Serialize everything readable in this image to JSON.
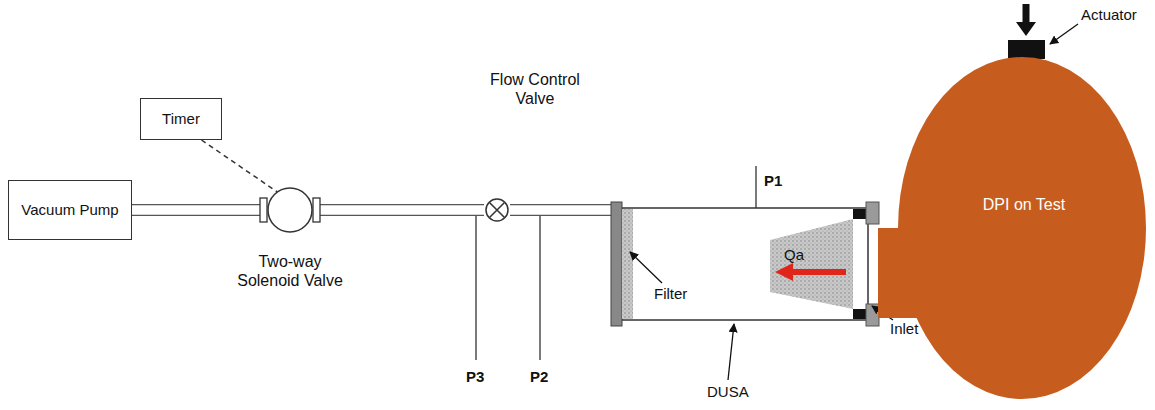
{
  "diagram": {
    "nodes": [
      {
        "text": [
          "Vacuum Pump"
        ]
      },
      {
        "text": [
          "Timer"
        ]
      },
      {
        "text": [
          "Two-way Solenoid Valve"
        ]
      },
      {
        "text": [
          "Flow Control Valve"
        ]
      },
      {
        "text": [
          "DPI on Test"
        ]
      }
    ],
    "edges": [
      {
        "from": 0,
        "to": 2,
        "arrow": "none"
      },
      {
        "from": 1,
        "to": 2,
        "arrow": "none"
      },
      {
        "from": 2,
        "to": 3,
        "arrow": "none"
      }
    ],
    "labels": [
      "Actuator",
      "P1",
      "Qa",
      "Inlet",
      "Filter",
      "DUSA",
      "P3",
      "P2"
    ]
  }
}
